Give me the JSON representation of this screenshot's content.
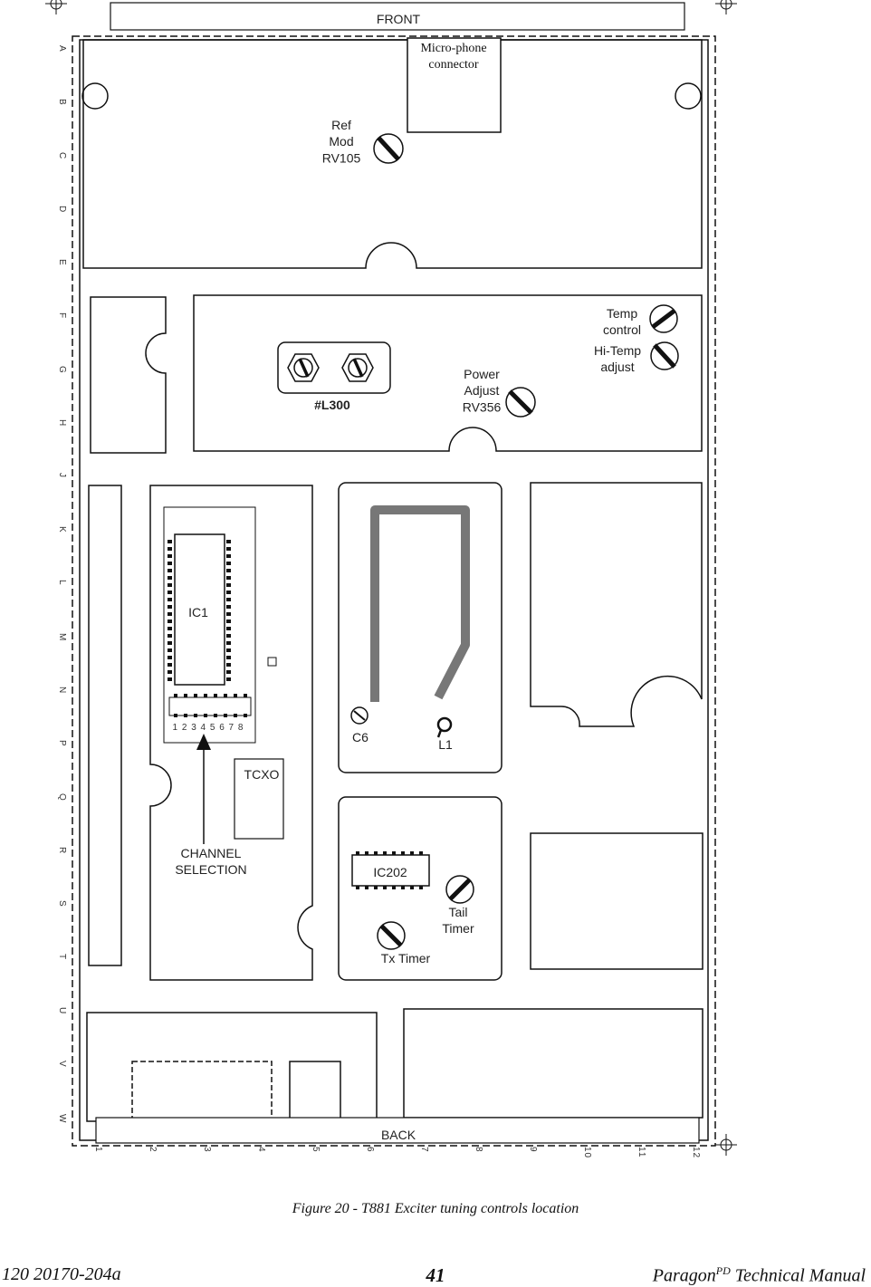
{
  "board": {
    "front_label": "FRONT",
    "back_label": "BACK",
    "mic_connector": "Micro-phone\nconnector",
    "ref_mod": "Ref\nMod\nRV105",
    "temp_control": "Temp\ncontrol",
    "hi_temp_adjust": "Hi-Temp\nadjust",
    "power_adjust": "Power\nAdjust\nRV356",
    "l300": "#L300",
    "ic1": "IC1",
    "dip_numbers": "1 2 3 4 5 6 7 8",
    "c6": "C6",
    "l1": "L1",
    "tcxo": "TCXO",
    "channel_selection": "CHANNEL\nSELECTION",
    "ic202": "IC202",
    "tail_timer": "Tail\nTimer",
    "tx_timer": "Tx Timer",
    "row_letters": [
      "A",
      "B",
      "C",
      "D",
      "E",
      "F",
      "G",
      "H",
      "J",
      "K",
      "L",
      "M",
      "N",
      "P",
      "Q",
      "R",
      "S",
      "T",
      "U",
      "V",
      "W"
    ],
    "col_numbers": [
      "1",
      "2",
      "3",
      "4",
      "5",
      "6",
      "7",
      "8",
      "9",
      "10",
      "11",
      "12"
    ]
  },
  "caption": "Figure 20 - T881 Exciter tuning controls location",
  "footer": {
    "doc_number": "120 20170-204a",
    "page_number": "41",
    "manual_brand": "Paragon",
    "manual_superscript": "PD",
    "manual_suffix": " Technical Manual"
  }
}
